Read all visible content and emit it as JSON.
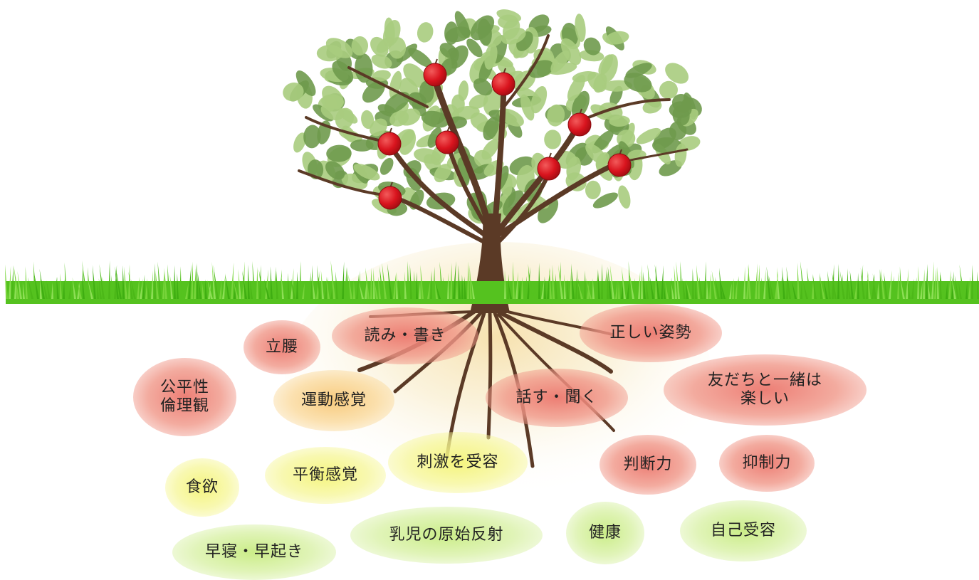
{
  "colors": {
    "sky": "#ffffff",
    "grass": "#55c21f",
    "trunk": "#5b3a26",
    "leaf_light": "#a9cc7e",
    "leaf_dark": "#6f9a4d",
    "apple": "#d9141e",
    "glow": "#f7e7b5"
  },
  "labels": [
    {
      "id": "sleep",
      "text": "早寝・早起き",
      "color": "green"
    },
    {
      "id": "reflex",
      "text": "乳児の原始反射",
      "color": "green"
    },
    {
      "id": "health",
      "text": "健康",
      "color": "green"
    },
    {
      "id": "self-acceptance",
      "text": "自己受容",
      "color": "green"
    },
    {
      "id": "appetite",
      "text": "食欲",
      "color": "yellow"
    },
    {
      "id": "balance",
      "text": "平衡感覚",
      "color": "yellow"
    },
    {
      "id": "stimulus",
      "text": "刺激を受容",
      "color": "yellow"
    },
    {
      "id": "judgment",
      "text": "判断力",
      "color": "red"
    },
    {
      "id": "restraint",
      "text": "抑制力",
      "color": "red"
    },
    {
      "id": "fairness",
      "text": "公平性\n倫理観",
      "color": "red"
    },
    {
      "id": "motor",
      "text": "運動感覚",
      "color": "orange"
    },
    {
      "id": "speaking",
      "text": "話す・聞く",
      "color": "red"
    },
    {
      "id": "friends",
      "text": "友だちと一緒は\n楽しい",
      "color": "red"
    },
    {
      "id": "waist",
      "text": "立腰",
      "color": "red"
    },
    {
      "id": "reading",
      "text": "読み・書き",
      "color": "red"
    },
    {
      "id": "posture",
      "text": "正しい姿勢",
      "color": "red"
    }
  ]
}
